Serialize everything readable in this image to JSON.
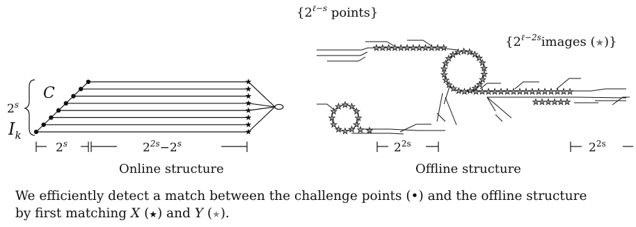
{
  "online": {
    "label_c": "C",
    "label_i": "I",
    "label_i_sub": "k",
    "label_brace_base": "2",
    "label_brace_exp": "s",
    "measure_left_base": "2",
    "measure_left_exp": "s",
    "measure_mid_base": "2",
    "measure_mid_exp1": "2s",
    "measure_mid_minus": "−2",
    "measure_mid_exp2": "s",
    "caption": "Online structure"
  },
  "offline": {
    "points_label_open": "{2",
    "points_label_exp": "ℓ−s",
    "points_label_text": " points}",
    "images_label_open": "{2",
    "images_label_exp": "ℓ−2s",
    "images_label_text": "images (",
    "images_label_close": ")}",
    "measure_a_base": "2",
    "measure_a_exp": "2s",
    "measure_b_base": "2",
    "measure_b_exp": "2s",
    "caption": "Offline structure"
  },
  "caption": {
    "line1_text": "We efficiently detect a match between the challenge points (",
    "line1_symbol": "•",
    "line1_rest": ") and the offline structure",
    "line2_text": "by first matching ",
    "line2_x": "X",
    "line2_mid1": " (",
    "line2_mid2": ") and ",
    "line2_y": "Y",
    "line2_mid3": " (",
    "line2_end": ")."
  },
  "icons": [
    "filled-dot-icon",
    "filled-star-icon",
    "hollow-star-icon"
  ]
}
